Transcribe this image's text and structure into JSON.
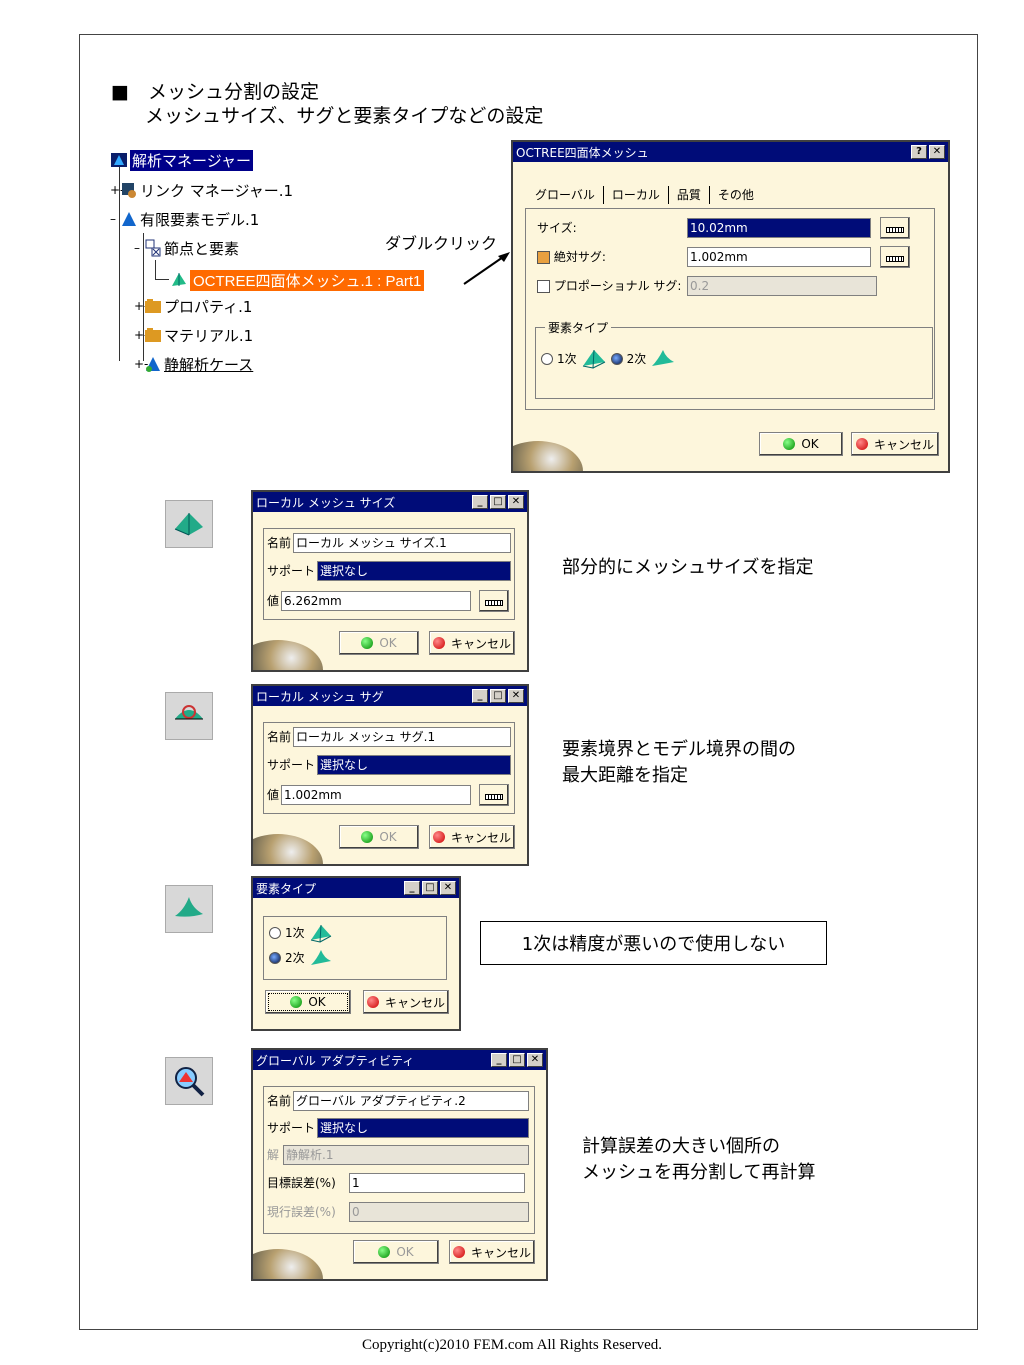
{
  "heading": {
    "line1": "■　メッシュ分割の設定",
    "line2": "メッシュサイズ、サグと要素タイプなどの設定"
  },
  "tree": {
    "root": "解析マネージャー",
    "link_manager": "リンク マネージャー.1",
    "fem_model": "有限要素モデル.1",
    "nodes_elements": "節点と要素",
    "octree_mesh": "OCTREE四面体メッシュ.1 : Part1",
    "properties": "プロパティ.1",
    "materials": "マテリアル.1",
    "static_case": "静解析ケース",
    "double_click": "ダブルクリック"
  },
  "octree_dialog": {
    "title": "OCTREE四面体メッシュ",
    "tabs": [
      "グローバル",
      "ローカル",
      "品質",
      "その他"
    ],
    "size_label": "サイズ:",
    "size_value": "10.02mm",
    "abs_sag_label": "絶対サグ:",
    "abs_sag_value": "1.002mm",
    "prop_sag_label": "プロポーショナル サグ:",
    "prop_sag_value": "0.2",
    "element_type_label": "要素タイプ",
    "linear": "1次",
    "parabolic": "2次",
    "ok": "OK",
    "cancel": "キャンセル"
  },
  "local_size_dialog": {
    "title": "ローカル メッシュ サイズ",
    "name_label": "名前",
    "name_value": "ローカル メッシュ サイズ.1",
    "support_label": "サポート",
    "support_value": "選択なし",
    "value_label": "値",
    "value": "6.262mm",
    "ok": "OK",
    "cancel": "キャンセル",
    "description": "部分的にメッシュサイズを指定"
  },
  "local_sag_dialog": {
    "title": "ローカル メッシュ サグ",
    "name_label": "名前",
    "name_value": "ローカル メッシュ サグ.1",
    "support_label": "サポート",
    "support_value": "選択なし",
    "value_label": "値",
    "value": "1.002mm",
    "ok": "OK",
    "cancel": "キャンセル",
    "description_line1": "要素境界とモデル境界の間の",
    "description_line2": "最大距離を指定"
  },
  "element_type_dialog": {
    "title": "要素タイプ",
    "linear": "1次",
    "parabolic": "2次",
    "ok": "OK",
    "cancel": "キャンセル",
    "note": "1次は精度が悪いので使用しない"
  },
  "adaptivity_dialog": {
    "title": "グローバル アダプティビティ",
    "name_label": "名前",
    "name_value": "グローバル アダプティビティ.2",
    "support_label": "サポート",
    "support_value": "選択なし",
    "solution_label": "解",
    "solution_value": "静解析.1",
    "target_label": "目標誤差(%)",
    "target_value": "1",
    "current_label": "現行誤差(%)",
    "current_value": "0",
    "ok": "OK",
    "cancel": "キャンセル",
    "description_line1": "計算誤差の大きい個所の",
    "description_line2": "メッシュを再分割して再計算"
  },
  "footer": {
    "copyright": "Copyright(c)2010 FEM.com All Rights Reserved."
  },
  "colors": {
    "titlebar": "#000c78",
    "dialog_bg": "#fdf6dc",
    "highlight_orange": "#ff6a00"
  }
}
